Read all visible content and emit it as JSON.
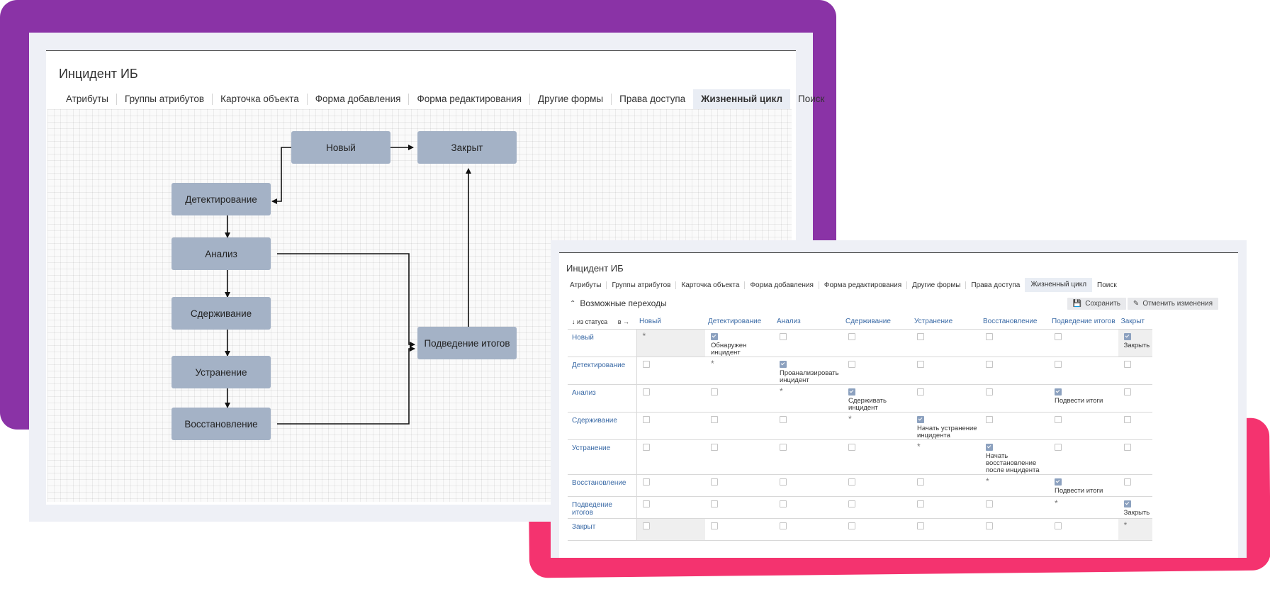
{
  "window_back": {
    "title": "Инцидент ИБ",
    "tabs": [
      "Атрибуты",
      "Группы атрибутов",
      "Карточка объекта",
      "Форма добавления",
      "Форма редактирования",
      "Другие формы",
      "Права доступа",
      "Жизненный цикл",
      "Поиск"
    ],
    "active_tab_index": 7,
    "diagram_states": {
      "new": "Новый",
      "closed": "Закрыт",
      "detecting": "Детектирование",
      "analysis": "Анализ",
      "containment": "Сдерживание",
      "elimination": "Устранение",
      "recovery": "Восстановление",
      "summary": "Подведение итогов"
    }
  },
  "window_front": {
    "title": "Инцидент ИБ",
    "tabs": [
      "Атрибуты",
      "Группы атрибутов",
      "Карточка объекта",
      "Форма добавления",
      "Форма редактирования",
      "Другие формы",
      "Права доступа",
      "Жизненный цикл",
      "Поиск"
    ],
    "active_tab_index": 7,
    "section_title": "Возможные переходы",
    "save_label": "Сохранить",
    "cancel_label": "Отменить изменения",
    "from_status_label": "из статуса",
    "to_label": "в",
    "columns": [
      "Новый",
      "Детектирование",
      "Анализ",
      "Сдерживание",
      "Устранение",
      "Восстановление",
      "Подведение итогов",
      "Закрыт"
    ],
    "rows": [
      "Новый",
      "Детектирование",
      "Анализ",
      "Сдерживание",
      "Устранение",
      "Восстановление",
      "Подведение итогов",
      "Закрыт"
    ],
    "transition_labels": {
      "detect": "Обнаружен инцидент",
      "analyze": "Проанализировать инцидент",
      "contain": "Сдерживать инцидент",
      "summarize": "Подвести итоги",
      "start_fix": "Начать устранение инцидента",
      "start_recovery": "Начать восстановление после инцидента",
      "close": "Закрыть"
    }
  },
  "colors": {
    "purple": "#8a33a6",
    "pink": "#f4336f",
    "state_fill": "#a4b2c6",
    "link": "#3a6aa6"
  }
}
